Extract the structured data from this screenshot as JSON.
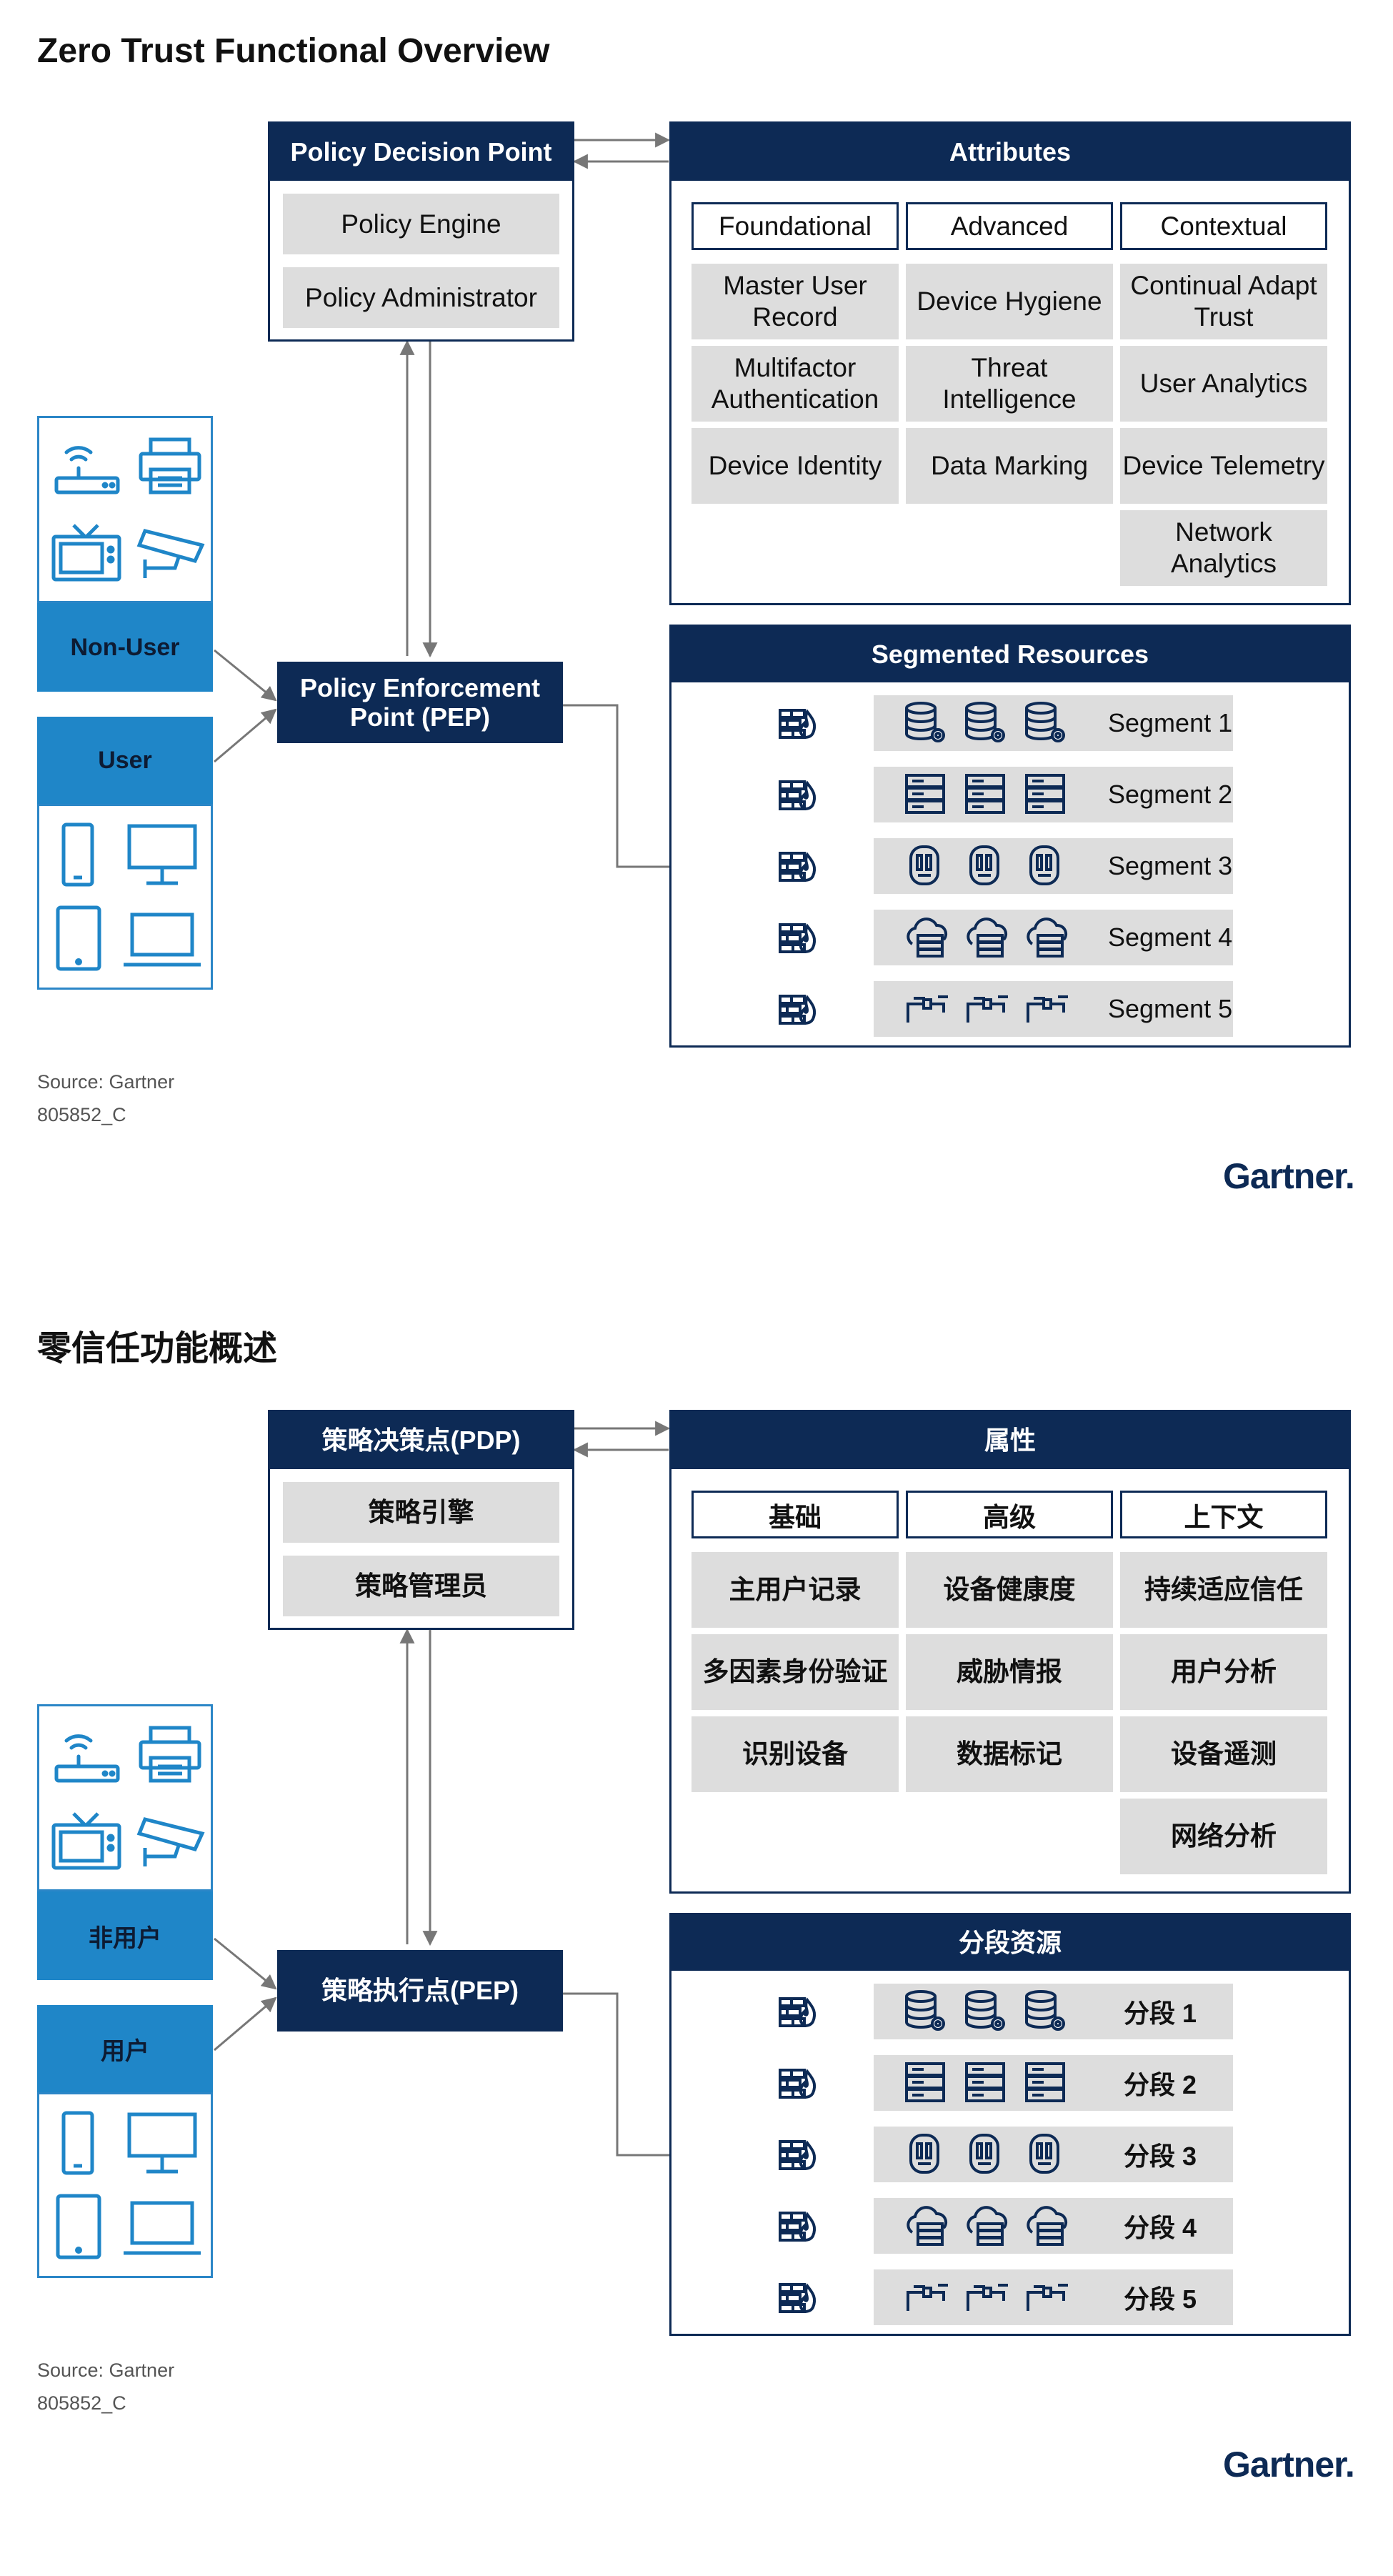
{
  "en": {
    "title": "Zero Trust Functional Overview",
    "pdp": {
      "header": "Policy Decision Point",
      "items": [
        "Policy Engine",
        "Policy Administrator"
      ]
    },
    "attributes": {
      "header": "Attributes",
      "columns": [
        "Foundational",
        "Advanced",
        "Contextual"
      ],
      "col1": [
        "Master User Record",
        "Multifactor Authentication",
        "Device Identity"
      ],
      "col2": [
        "Device Hygiene",
        "Threat Intelligence",
        "Data Marking"
      ],
      "col3": [
        "Continual Adapt Trust",
        "User Analytics",
        "Device Telemetry",
        "Network Analytics"
      ]
    },
    "non_user": "Non-User",
    "user": "User",
    "pep": "Policy Enforcement Point (PEP)",
    "segments": {
      "header": "Segmented Resources",
      "items": [
        "Segment 1",
        "Segment 2",
        "Segment 3",
        "Segment 4",
        "Segment 5"
      ]
    },
    "source": "Source: Gartner",
    "doc_id": "805852_C",
    "logo": "Gartner."
  },
  "zh": {
    "title": "零信任功能概述",
    "pdp": {
      "header": "策略决策点(PDP)",
      "items": [
        "策略引擎",
        "策略管理员"
      ]
    },
    "attributes": {
      "header": "属性",
      "columns": [
        "基础",
        "高级",
        "上下文"
      ],
      "col1": [
        "主用户记录",
        "多因素身份验证",
        "识别设备"
      ],
      "col2": [
        "设备健康度",
        "威胁情报",
        "数据标记"
      ],
      "col3": [
        "持续适应信任",
        "用户分析",
        "设备遥测",
        "网络分析"
      ]
    },
    "non_user": "非用户",
    "user": "用户",
    "pep": "策略执行点(PEP)",
    "segments": {
      "header": "分段资源",
      "items": [
        "分段 1",
        "分段 2",
        "分段 3",
        "分段 4",
        "分段 5"
      ]
    },
    "source": "Source: Gartner",
    "doc_id": "805852_C",
    "logo": "Gartner."
  },
  "colors": {
    "navy": "#0d2a55",
    "blue": "#1f86c8",
    "gray_cell": "#dddddd",
    "connector": "#777777"
  },
  "icons": {
    "non_user": [
      "router-icon",
      "printer-icon",
      "tv-icon",
      "security-camera-icon"
    ],
    "user": [
      "smartphone-icon",
      "desktop-monitor-icon",
      "tablet-icon",
      "laptop-icon"
    ],
    "firewall": "firewall-arrow-icon",
    "segments": [
      "database-gear-icon",
      "server-rack-icon",
      "storage-cylinder-icon",
      "cloud-server-icon",
      "pipe-valve-icon"
    ]
  }
}
